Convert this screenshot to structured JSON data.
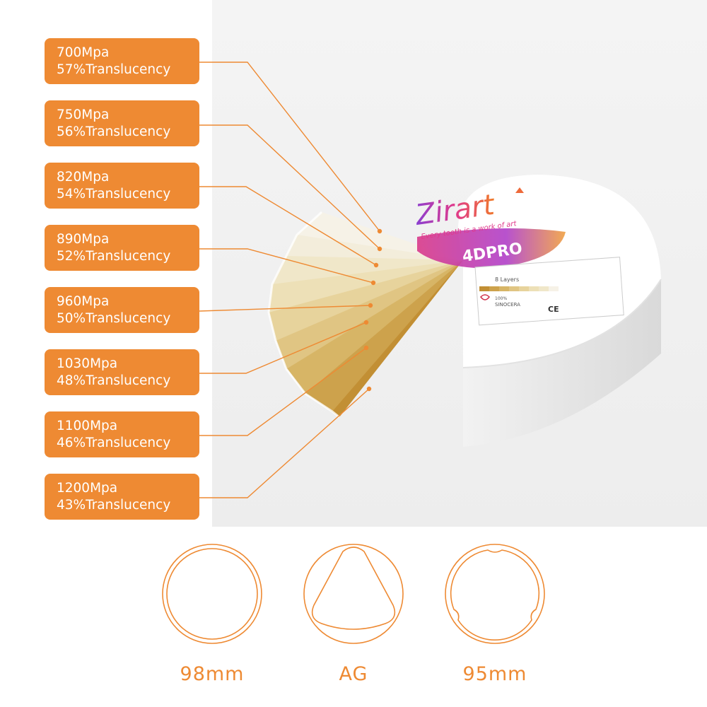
{
  "labels": [
    {
      "strength": "700Mpa",
      "translucency": "57%Translucency"
    },
    {
      "strength": "750Mpa",
      "translucency": "56%Translucency"
    },
    {
      "strength": "820Mpa",
      "translucency": "54%Translucency"
    },
    {
      "strength": "890Mpa",
      "translucency": "52%Translucency"
    },
    {
      "strength": "960Mpa",
      "translucency": "50%Translucency"
    },
    {
      "strength": "1030Mpa",
      "translucency": "48%Translucency"
    },
    {
      "strength": "1100Mpa",
      "translucency": "46%Translucency"
    },
    {
      "strength": "1200Mpa",
      "translucency": "43%Translucency"
    }
  ],
  "product": {
    "brand": "Zirart",
    "tagline": "Every tooth is a work of art",
    "model": "4DPRO",
    "layers": "8 Layers",
    "purity": "100%",
    "maker": "SINOCERA",
    "mark": "CE"
  },
  "shapes": [
    {
      "icon": "round-disc-icon",
      "caption": "98mm"
    },
    {
      "icon": "ag-disc-icon",
      "caption": "AG"
    },
    {
      "icon": "notched-disc-icon",
      "caption": "95mm"
    }
  ],
  "colors": {
    "accent": "#ee8a33",
    "layer_top": "#efe6cc",
    "layer_bottom": "#c99a3b"
  }
}
